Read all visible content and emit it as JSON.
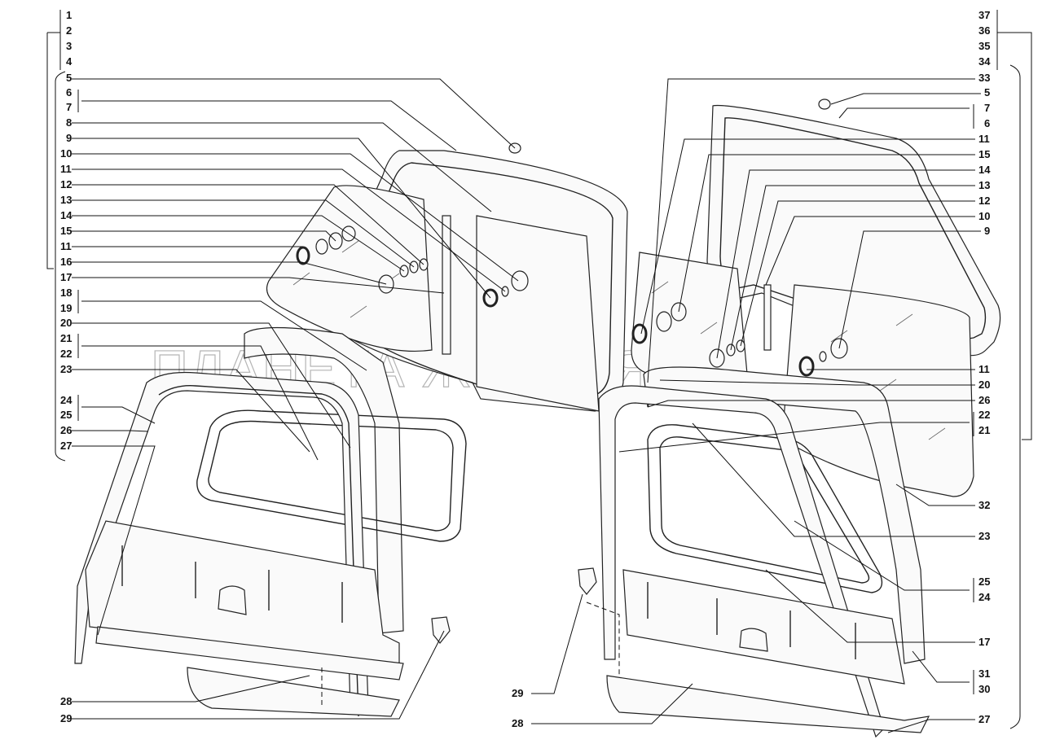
{
  "watermark": "ПЛАНЕТА ЖЕЛЕЗЯКА",
  "left_callouts": [
    "1",
    "2",
    "3",
    "4",
    "5",
    "6",
    "7",
    "8",
    "9",
    "10",
    "11",
    "12",
    "13",
    "14",
    "15",
    "11",
    "16",
    "17",
    "18",
    "19",
    "20",
    "21",
    "22",
    "23",
    "24",
    "25",
    "26",
    "27",
    "28",
    "29"
  ],
  "right_callouts": [
    "37",
    "36",
    "35",
    "34",
    "33",
    "5",
    "7",
    "6",
    "11",
    "15",
    "14",
    "13",
    "12",
    "10",
    "9",
    "11",
    "20",
    "26",
    "22",
    "21",
    "32",
    "23",
    "25",
    "24",
    "17",
    "31",
    "30",
    "27"
  ],
  "bottom_callouts": [
    "29",
    "28"
  ]
}
